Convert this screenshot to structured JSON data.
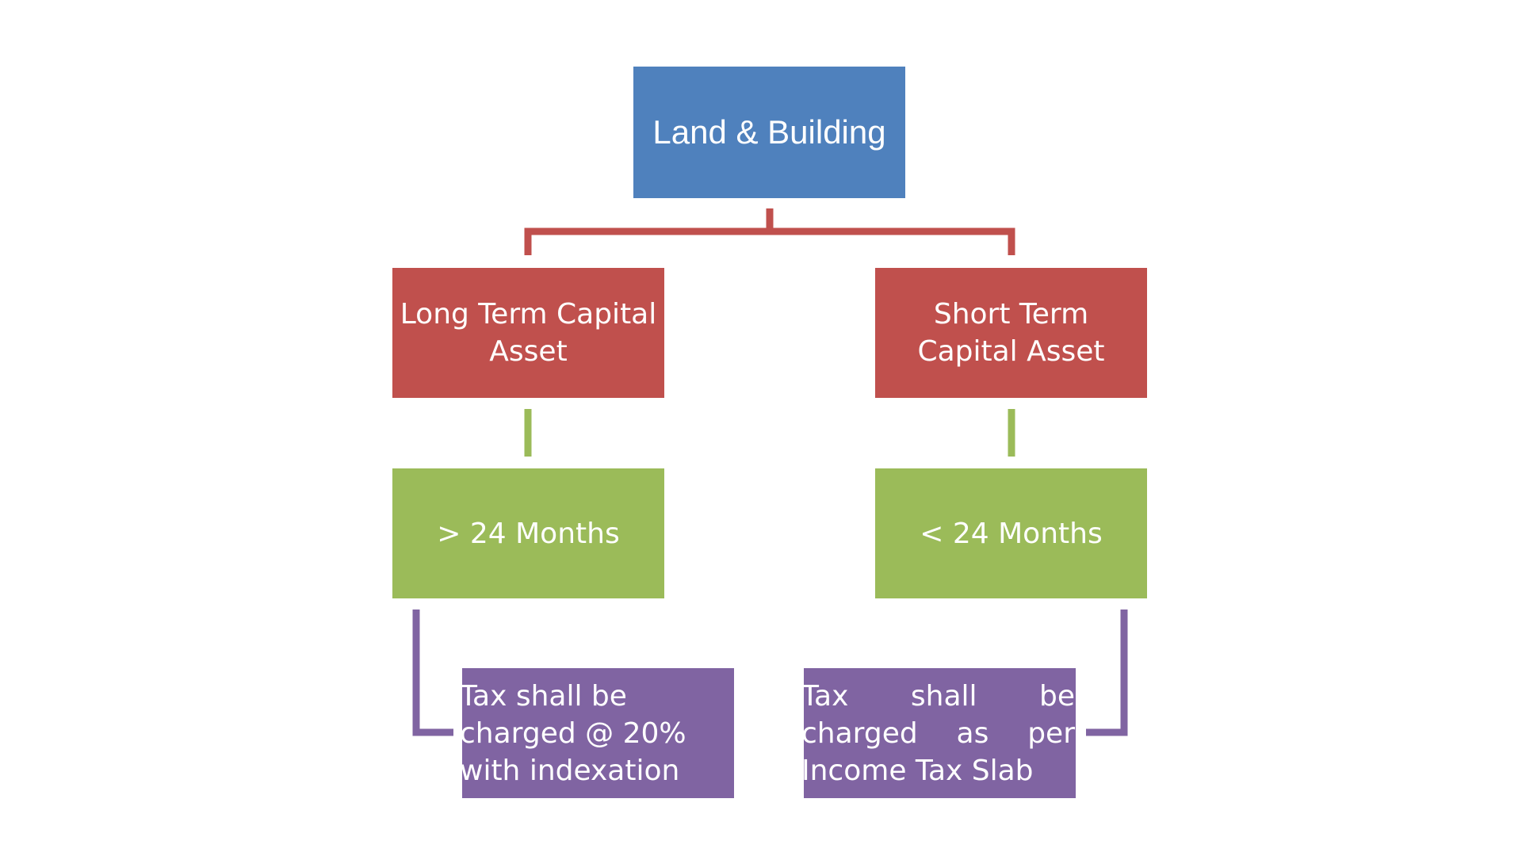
{
  "colors": {
    "root": "#4f81bd",
    "red": "#c0504d",
    "green": "#9bbb59",
    "purple": "#8064a2",
    "connector_red": "#c0504d",
    "connector_green": "#9bbb59",
    "connector_purple": "#8064a2"
  },
  "nodes": {
    "root": {
      "label": "Land & Building"
    },
    "long_term": {
      "label": "Long Term Capital Asset"
    },
    "short_term": {
      "label": "Short Term Capital Asset"
    },
    "long_period": {
      "label": "> 24 Months"
    },
    "short_period": {
      "label": "< 24 Months"
    },
    "long_tax": {
      "label": "Tax shall be charged @ 20% with indexation"
    },
    "short_tax": {
      "label": "Tax shall be charged as per Income Tax Slab"
    }
  }
}
